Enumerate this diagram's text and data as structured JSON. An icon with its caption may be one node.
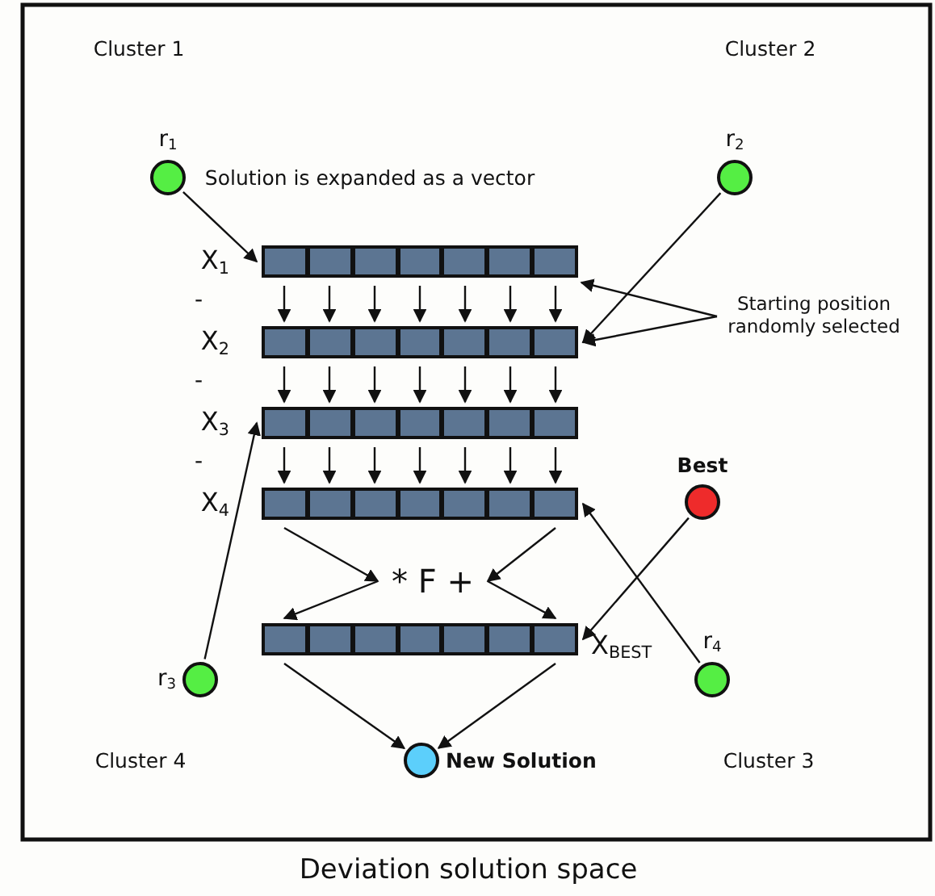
{
  "diagram": {
    "caption": "Deviation solution space",
    "nodes": [
      {
        "text": [
          "r$_{1}$"
        ]
      },
      {
        "text": [
          "r$_{2}$"
        ]
      },
      {
        "text": [
          "X$_{1}$"
        ]
      },
      {
        "text": [
          "X$_{2}$"
        ]
      },
      {
        "text": [
          "X$_{3}$"
        ]
      },
      {
        "text": [
          "X$_{4}$"
        ]
      },
      {
        "text": [
          "* F +"
        ]
      },
      {
        "text": [
          "X$_{BEST}$"
        ]
      },
      {
        "text": [
          "Best"
        ]
      },
      {
        "text": [
          "r$_{3}$"
        ]
      },
      {
        "text": [
          "r$_{4}$"
        ]
      },
      {
        "text": [
          "New Solution"
        ]
      },
      {
        "text": [
          "Starting position randomly selected"
        ]
      }
    ],
    "edges": [
      {
        "from": 0,
        "to": 2,
        "arrow": "to"
      },
      {
        "from": 1,
        "to": 3,
        "arrow": "to"
      },
      {
        "from": 2,
        "to": 3,
        "arrow": "to"
      },
      {
        "from": 2,
        "to": 3,
        "arrow": "to"
      },
      {
        "from": 2,
        "to": 3,
        "arrow": "to"
      },
      {
        "from": 2,
        "to": 3,
        "arrow": "to"
      },
      {
        "from": 2,
        "to": 3,
        "arrow": "to"
      },
      {
        "from": 2,
        "to": 3,
        "arrow": "to"
      },
      {
        "from": 2,
        "to": 3,
        "arrow": "to"
      },
      {
        "from": 3,
        "to": 4,
        "arrow": "to"
      },
      {
        "from": 3,
        "to": 4,
        "arrow": "to"
      },
      {
        "from": 3,
        "to": 4,
        "arrow": "to"
      },
      {
        "from": 3,
        "to": 4,
        "arrow": "to"
      },
      {
        "from": 3,
        "to": 4,
        "arrow": "to"
      },
      {
        "from": 3,
        "to": 4,
        "arrow": "to"
      },
      {
        "from": 3,
        "to": 4,
        "arrow": "to"
      },
      {
        "from": 4,
        "to": 5,
        "arrow": "to"
      },
      {
        "from": 4,
        "to": 5,
        "arrow": "to"
      },
      {
        "from": 4,
        "to": 5,
        "arrow": "to"
      },
      {
        "from": 4,
        "to": 5,
        "arrow": "to"
      },
      {
        "from": 4,
        "to": 5,
        "arrow": "to"
      },
      {
        "from": 4,
        "to": 5,
        "arrow": "to"
      },
      {
        "from": 4,
        "to": 5,
        "arrow": "to"
      },
      {
        "from": 9,
        "to": 4,
        "arrow": "to"
      },
      {
        "from": 10,
        "to": 5,
        "arrow": "to"
      },
      {
        "from": 8,
        "to": 7,
        "arrow": "to"
      },
      {
        "from": 5,
        "to": 6,
        "arrow": "to"
      },
      {
        "from": 5,
        "to": 6,
        "arrow": "to"
      },
      {
        "from": 6,
        "to": 7,
        "arrow": "to"
      },
      {
        "from": 6,
        "to": 7,
        "arrow": "to"
      },
      {
        "from": 7,
        "to": 11,
        "arrow": "to"
      },
      {
        "from": 7,
        "to": 11,
        "arrow": "to"
      },
      {
        "from": 12,
        "to": 2,
        "arrow": "to"
      },
      {
        "from": 12,
        "to": 3,
        "arrow": "to"
      }
    ],
    "labels": [
      "Cluster 1",
      "Cluster 2",
      "Solution is expanded as a vector",
      "-",
      "-",
      "-",
      "Cluster 4",
      "Cluster 3"
    ]
  }
}
